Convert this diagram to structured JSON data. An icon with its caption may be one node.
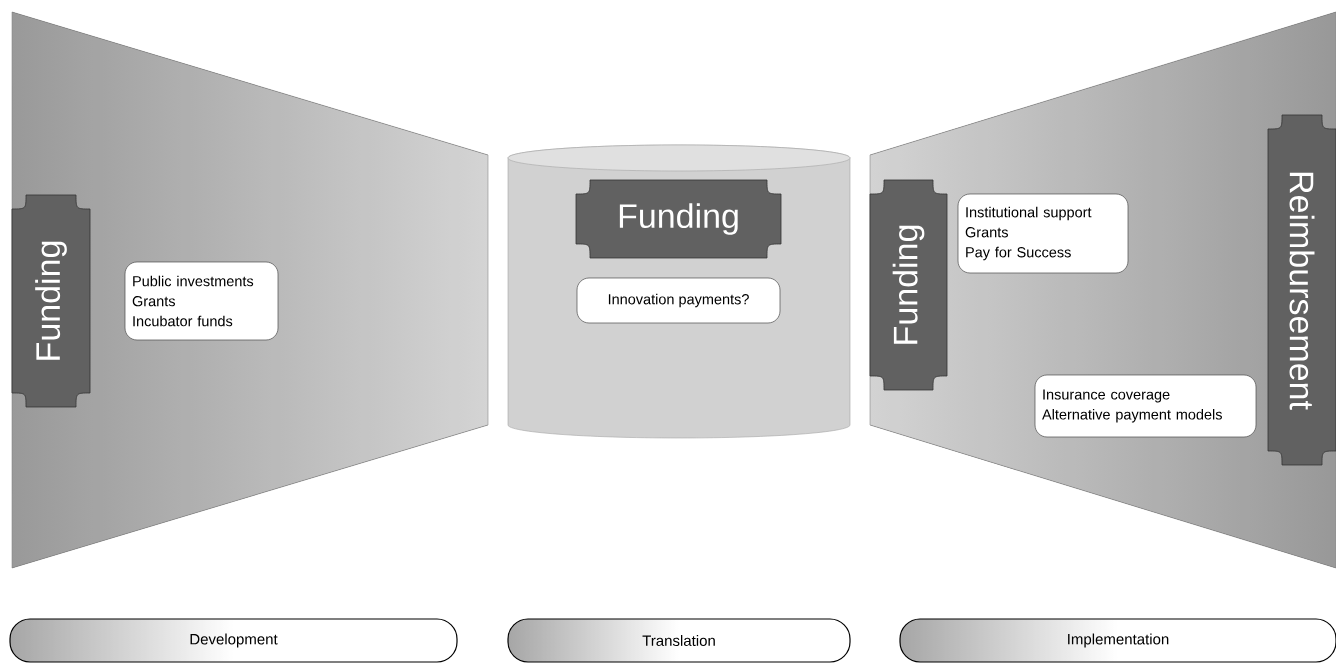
{
  "diagram": {
    "nodes": [
      {
        "text": [],
        "shape": "trapezoid"
      },
      {
        "text": [
          "Funding"
        ],
        "in": 0
      },
      {
        "text": [
          "Public investments",
          "Grants",
          "Incubator funds"
        ],
        "in": 0
      },
      {
        "text": [],
        "shape": "cylinder"
      },
      {
        "text": [
          "Funding"
        ],
        "in": 3
      },
      {
        "text": [
          "Innovation payments?"
        ],
        "in": 3
      },
      {
        "text": [],
        "shape": "trapezoid"
      },
      {
        "text": [
          "Funding"
        ],
        "in": 6
      },
      {
        "text": [
          "Institutional support",
          "Grants",
          "Pay for Success"
        ],
        "in": 6
      },
      {
        "text": [
          "Reimbursement"
        ],
        "in": 6
      },
      {
        "text": [
          "Insurance coverage",
          "Alternative payment models"
        ],
        "in": 6
      },
      {
        "text": [
          "Development"
        ]
      },
      {
        "text": [
          "Translation"
        ]
      },
      {
        "text": [
          "Implementation"
        ]
      }
    ]
  }
}
